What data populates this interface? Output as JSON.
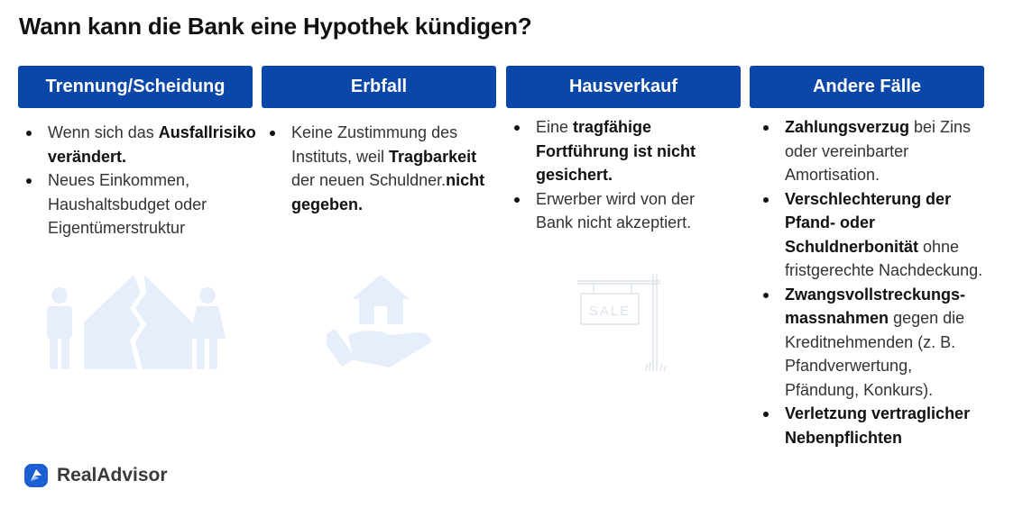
{
  "title": "Wann kann die Bank eine Hypothek kündigen?",
  "columns": [
    {
      "header": "Trennung/Scheidung",
      "items": [
        [
          {
            "t": "Wenn sich das "
          },
          {
            "t": "Ausfallrisiko verändert.",
            "b": true
          }
        ],
        [
          {
            "t": "Neues Einkommen, Haushaltsbudget oder Eigentümerstruktur"
          }
        ]
      ]
    },
    {
      "header": "Erbfall",
      "items": [
        [
          {
            "t": "Keine Zustimmung des Instituts, weil "
          },
          {
            "t": "Tragbarkeit",
            "b": true
          },
          {
            "t": " der neuen Schuldner."
          },
          {
            "t": "nicht gegeben.",
            "b": true
          }
        ]
      ]
    },
    {
      "header": "Hausverkauf",
      "items": [
        [
          {
            "t": "Eine "
          },
          {
            "t": "tragfähige Fortführung ist nicht gesichert.",
            "b": true
          }
        ],
        [
          {
            "t": "Erwerber wird von der Bank nicht akzeptiert."
          }
        ]
      ]
    },
    {
      "header": "Andere Fälle",
      "items": [
        [
          {
            "t": "Zahlungsverzug",
            "b": true
          },
          {
            "t": " bei Zins oder vereinbarter Amortisation."
          }
        ],
        [
          {
            "t": "Verschlechterung der Pfand- oder Schuldnerbonität",
            "b": true
          },
          {
            "t": " ohne fristgerechte Nachdeckung."
          }
        ],
        [
          {
            "t": "Zwangsvollstreckungs-massnahmen",
            "b": true
          },
          {
            "t": " gegen die Kreditnehmenden (z. B. Pfandverwertung, Pfändung, Konkurs)."
          }
        ],
        [
          {
            "t": "Verletzung vertraglicher Nebenpflichten",
            "b": true
          }
        ]
      ]
    }
  ],
  "sale_sign_text": "SALE",
  "brand": {
    "name": "RealAdvisor"
  },
  "colors": {
    "header_bg": "#0a47a8",
    "illustration": "#e6eefb"
  }
}
